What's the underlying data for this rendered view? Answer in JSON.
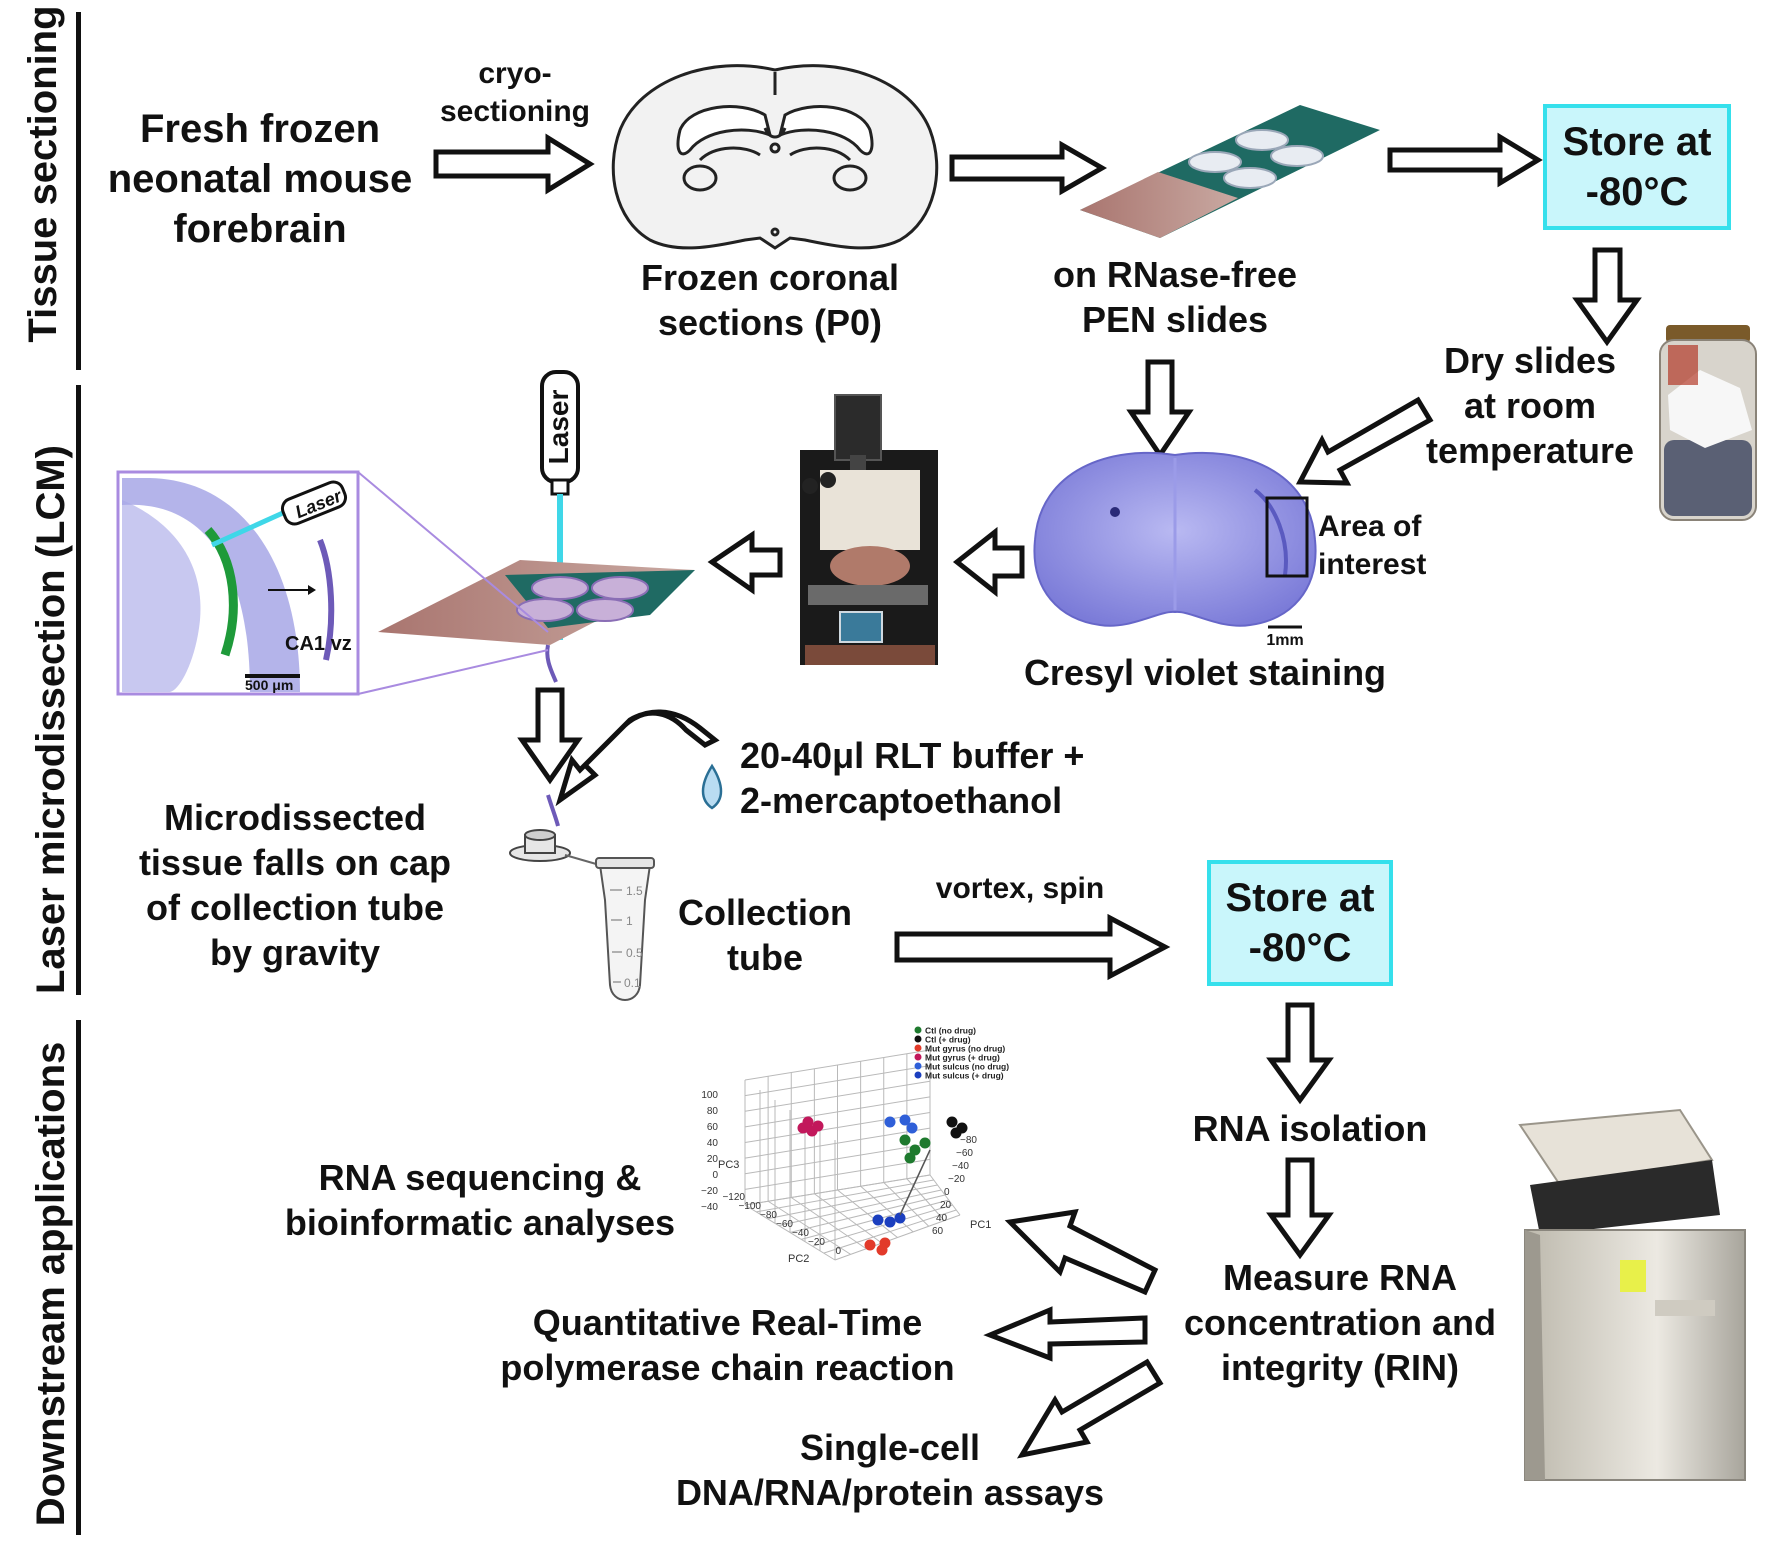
{
  "sections": {
    "tissue_sectioning": "Tissue sectioning",
    "lcm": "Laser microdissection (LCM)",
    "downstream": "Downstream applications"
  },
  "row1": {
    "fresh_frozen": [
      "Fresh frozen",
      "neonatal mouse",
      "forebrain"
    ],
    "cryo": [
      "cryo-",
      "sectioning"
    ],
    "frozen_sections": [
      "Frozen coronal",
      "sections (P0)"
    ],
    "pen_slides": [
      "on RNase-free",
      "PEN slides"
    ],
    "store1": [
      "Store at",
      "-80°C"
    ]
  },
  "row2": {
    "dry_slides": [
      "Dry slides",
      "at room",
      "temperature"
    ],
    "area_interest": [
      "Area of",
      "interest"
    ],
    "scale_1mm": "1mm",
    "cresyl": "Cresyl violet staining",
    "laser_label": "Laser",
    "inset_laser": "Laser",
    "ca1": "CA1 vz",
    "scale_500": "500 μm"
  },
  "row3": {
    "rlt": [
      "20-40μl RLT buffer +",
      "2-mercaptoethanol"
    ],
    "microdissected": [
      "Microdissected",
      "tissue falls on cap",
      "of collection tube",
      "by gravity"
    ],
    "collection": [
      "Collection",
      "tube"
    ],
    "vortex": "vortex, spin",
    "store2": [
      "Store at",
      "-80°C"
    ],
    "tube_marks": [
      "1.5",
      "1",
      "0.5",
      "0.1"
    ]
  },
  "row4": {
    "rna_isolation": "RNA isolation",
    "measure": [
      "Measure RNA",
      "concentration and",
      "integrity (RIN)"
    ],
    "rnaseq": [
      "RNA sequencing &",
      "bioinformatic analyses"
    ],
    "qpcr": [
      "Quantitative Real-Time",
      "polymerase chain reaction"
    ],
    "singlecell": [
      "Single-cell",
      "DNA/RNA/protein assays"
    ]
  },
  "pca_plot": {
    "legend": [
      "Ctl (no drug)",
      "Ctl (+ drug)",
      "Mut gyrus (no drug)",
      "Mut gyrus (+ drug)",
      "Mut sulcus (no drug)",
      "Mut sulcus (+ drug)"
    ],
    "legend_colors": [
      "#1e7a2e",
      "#111111",
      "#e23a2a",
      "#c2185b",
      "#2f5fd8",
      "#1b3fbf"
    ],
    "pc3_ticks": [
      "100",
      "80",
      "60",
      "40",
      "20",
      "0",
      "−20",
      "−40"
    ],
    "pc2_ticks": [
      "−120",
      "−100",
      "−80",
      "−60",
      "−40",
      "−20",
      "0"
    ],
    "pc1_ticks": [
      "−80",
      "−60",
      "−40",
      "−20",
      "0",
      "20",
      "40",
      "60"
    ],
    "axis_pc3": "PC3",
    "axis_pc2": "PC2",
    "axis_pc1": "PC1"
  },
  "colors": {
    "cyan_border": "#35e0ec",
    "cyan_fill": "#c9f6fb",
    "cresyl": "#6f6fd6",
    "laser_beam": "#3fd7e8",
    "inset_border": "#a98be0"
  }
}
